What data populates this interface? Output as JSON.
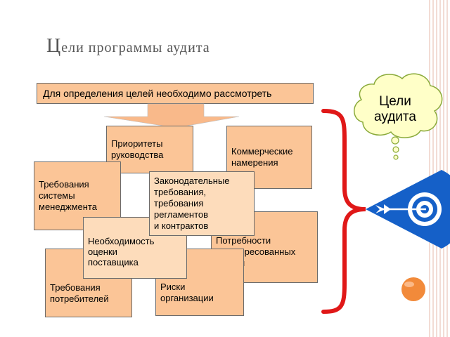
{
  "title": {
    "first": "Ц",
    "rest": "ели программы аудита"
  },
  "header_box": "Для определения целей необходимо рассмотреть",
  "boxes": {
    "management_priorities": [
      "Приоритеты",
      "руководства"
    ],
    "commercial_intentions": [
      "Коммерческие",
      "намерения"
    ],
    "management_system_requirements": [
      "Требования",
      "системы",
      "менеджмента"
    ],
    "legal_requirements": [
      "Законодательные",
      "требования,",
      "требования",
      "регламентов",
      "и контрактов"
    ],
    "supplier_evaluation_need": [
      "Необходимость",
      "оценки",
      "поставщика"
    ],
    "stakeholder_needs": [
      "Потребности",
      "заинтересованных",
      "сторон"
    ],
    "customer_requirements": [
      "Требования",
      "потребителей"
    ],
    "organization_risks": [
      "Риски",
      "организации"
    ]
  },
  "thought_bubble": [
    "Цели",
    "аудита"
  ],
  "colors": {
    "box_fill": "#fbc597",
    "box_fill_light": "#fddcbb",
    "arrow_fill": "#f9b98a",
    "brace": "#e01818",
    "bubble_fill": "#ffffc8",
    "bubble_stroke": "#8aaa3a",
    "target_blue": "#1560c8",
    "orange_ball": "#f28a3a"
  },
  "icons": [
    "down-arrow-icon",
    "curly-brace-icon",
    "thought-bubble-icon",
    "target-arrow-icon",
    "orange-ball-icon"
  ]
}
